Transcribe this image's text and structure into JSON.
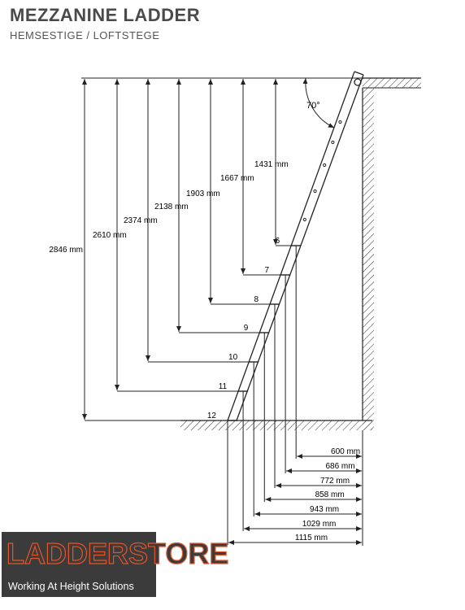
{
  "header": {
    "title": "MEZZANINE LADDER",
    "subtitle": "HEMSESTIGE / LOFTSTEGE"
  },
  "diagram": {
    "angle_label": "70°",
    "heights": [
      {
        "step": "6",
        "label": "1431 mm"
      },
      {
        "step": "7",
        "label": "1667 mm"
      },
      {
        "step": "8",
        "label": "1903 mm"
      },
      {
        "step": "9",
        "label": "2138 mm"
      },
      {
        "step": "10",
        "label": "2374 mm"
      },
      {
        "step": "11",
        "label": "2610 mm"
      },
      {
        "step": "12",
        "label": "2846 mm"
      }
    ],
    "depths": [
      {
        "step": "6",
        "label": "600 mm"
      },
      {
        "step": "7",
        "label": "686 mm"
      },
      {
        "step": "8",
        "label": "772 mm"
      },
      {
        "step": "9",
        "label": "858 mm"
      },
      {
        "step": "10",
        "label": "943 mm"
      },
      {
        "step": "11",
        "label": "1029 mm"
      },
      {
        "step": "12",
        "label": "1115 mm"
      }
    ]
  },
  "logo": {
    "wordmark": "LADDERSTORE",
    "tagline": "Working At Height Solutions"
  },
  "colors": {
    "line": "#222222",
    "title": "#4a4a4a",
    "logo_bg": "#3b3b3b",
    "logo_accent": "#e2552a"
  }
}
